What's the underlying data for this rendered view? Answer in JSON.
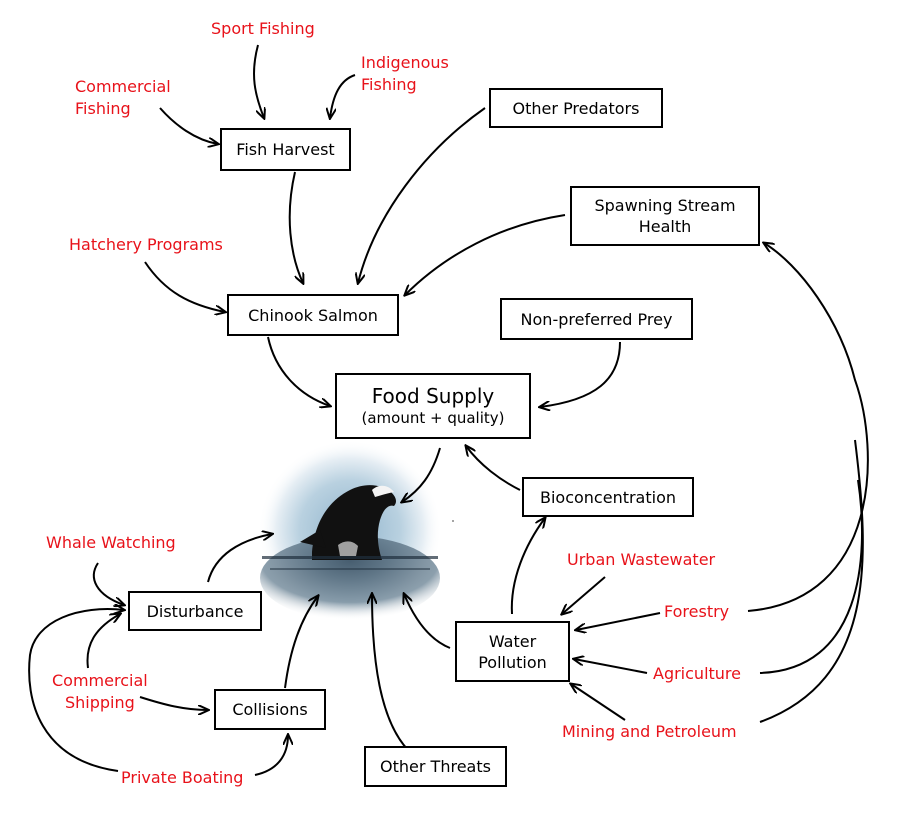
{
  "nodes": {
    "fish_harvest": "Fish Harvest",
    "other_predators": "Other Predators",
    "spawning_stream_health": [
      "Spawning Stream",
      "Health"
    ],
    "chinook_salmon": "Chinook Salmon",
    "non_preferred_prey": "Non-preferred Prey",
    "food_supply": {
      "title": "Food Supply",
      "subtitle": "(amount + quality)"
    },
    "bioconcentration": "Bioconcentration",
    "disturbance": "Disturbance",
    "water_pollution": [
      "Water",
      "Pollution"
    ],
    "collisions": "Collisions",
    "other_threats": "Other Threats"
  },
  "drivers": {
    "sport_fishing": "Sport Fishing",
    "indigenous_fishing": [
      "Indigenous",
      "Fishing"
    ],
    "commercial_fishing": [
      "Commercial",
      "Fishing"
    ],
    "hatchery_programs": "Hatchery Programs",
    "whale_watching": "Whale Watching",
    "urban_wastewater": "Urban Wastewater",
    "forestry": "Forestry",
    "commercial_shipping": [
      "Commercial",
      "Shipping"
    ],
    "agriculture": "Agriculture",
    "mining_and_petroleum": "Mining and Petroleum",
    "private_boating": "Private Boating"
  },
  "colors": {
    "driver_text": "#e8121a",
    "box_border": "#000000",
    "arrow": "#000000"
  }
}
